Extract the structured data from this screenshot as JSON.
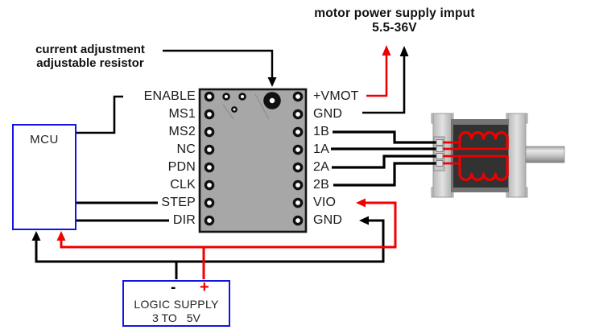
{
  "annotations": {
    "power_line1": "motor power supply imput",
    "power_line2": "5.5-36V",
    "adjust_line1": "current adjustment",
    "adjust_line2": "adjustable resistor"
  },
  "mcu": {
    "label": "MCU"
  },
  "driver": {
    "left_pins": [
      "ENABLE",
      "MS1",
      "MS2",
      "NC",
      "PDN",
      "CLK",
      "STEP",
      "DIR"
    ],
    "right_pins": [
      "+VMOT",
      "GND",
      "1B",
      "1A",
      "2A",
      "2B",
      "VIO",
      "GND"
    ]
  },
  "logic_supply": {
    "minus": "-",
    "plus": "+",
    "name": "LOGIC SUPPLY",
    "range_a": "3 TO",
    "range_b": "5V"
  },
  "colors": {
    "wire_black": "#000000",
    "wire_red": "#f00000",
    "coil_red": "#ee0000",
    "box_blue": "#1414e0",
    "module_gray": "#a7a7a7"
  }
}
